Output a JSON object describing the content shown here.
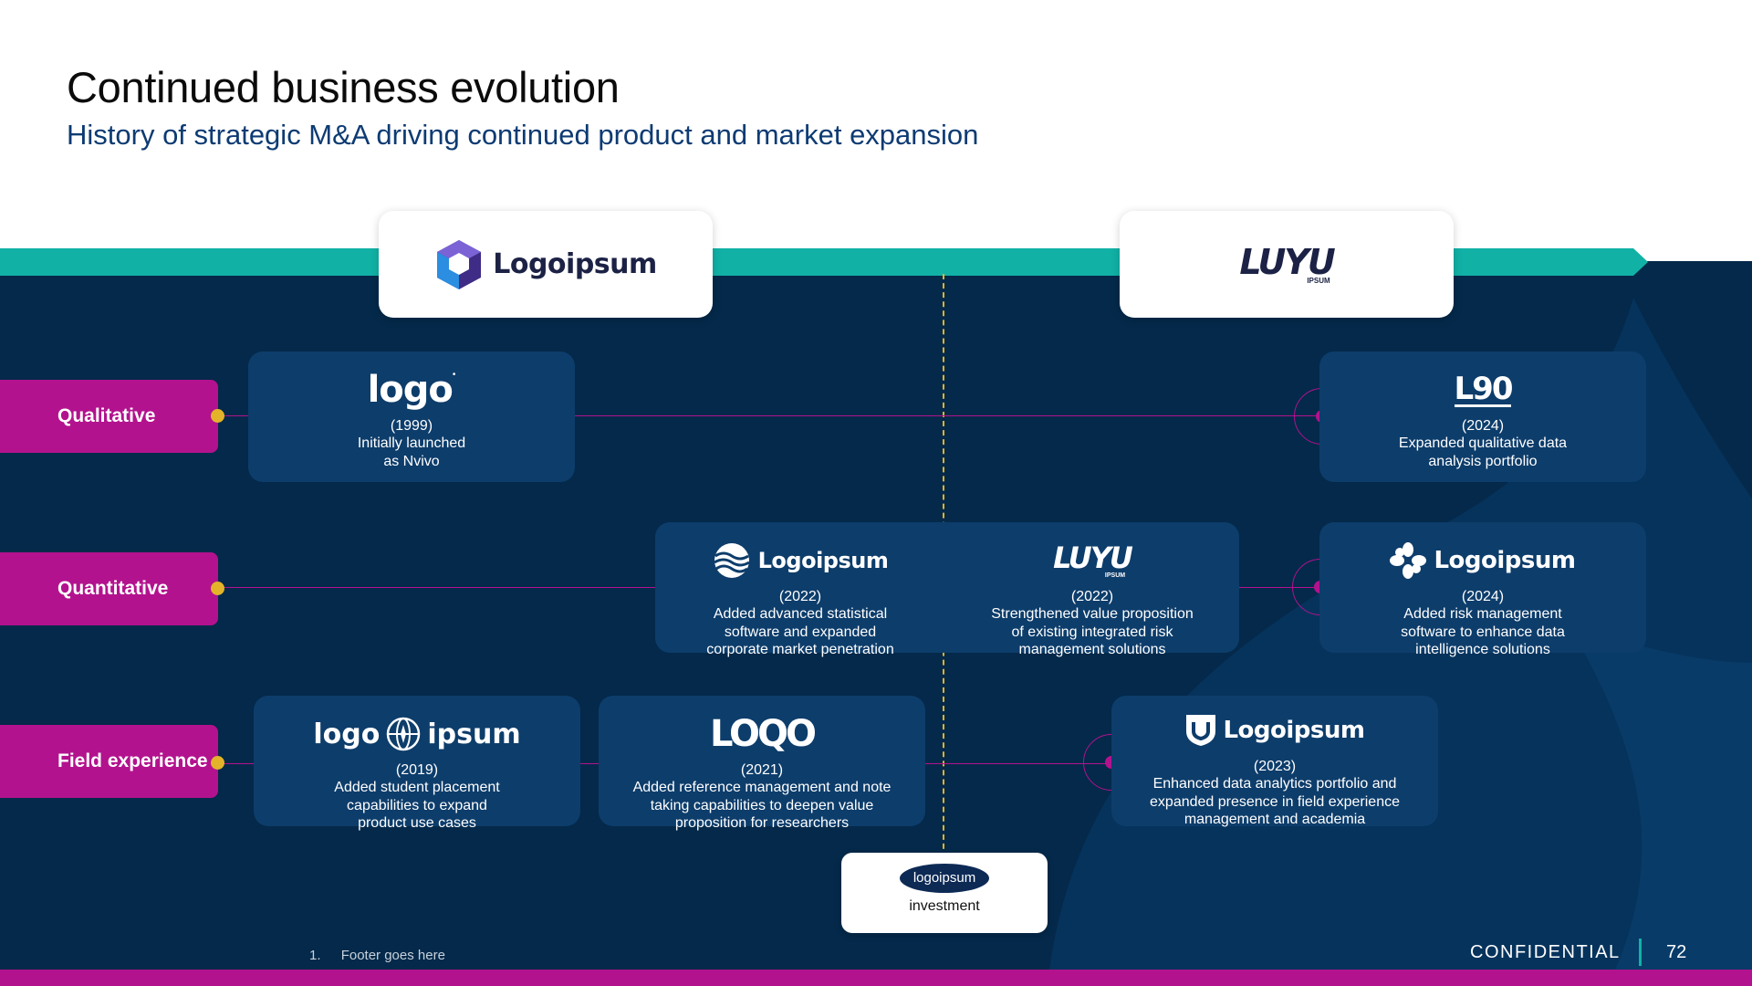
{
  "header": {
    "title": "Continued business evolution",
    "subtitle": "History of strategic M&A driving continued product and market expansion"
  },
  "colors": {
    "navy_panel": "#04294a",
    "card": "#0d3d6b",
    "magenta": "#b3128e",
    "teal": "#11b1a6",
    "gold": "#e3b32a",
    "title_blue": "#0d3b73"
  },
  "top_logos": [
    {
      "text": "Logoipsum",
      "icon": "hexagon-cube-icon"
    },
    {
      "text": "LUYU",
      "sub": "IPSUM",
      "icon": "italic-wordmark-logo"
    }
  ],
  "rows": [
    {
      "label": "Qualitative"
    },
    {
      "label": "Quantitative"
    },
    {
      "label": "Field experience"
    }
  ],
  "cards": {
    "nvivo": {
      "logo_text": "logo",
      "year": "(1999)",
      "desc_1": "Initially launched",
      "desc_2": "as Nvivo"
    },
    "qual_2024": {
      "logo_text": "L90",
      "year": "(2024)",
      "desc_1": "Expanded qualitative data",
      "desc_2": "analysis portfolio"
    },
    "quant_2022a": {
      "logo_text": "Logoipsum",
      "year": "(2022)",
      "desc_1": "Added advanced statistical",
      "desc_2": "software and expanded",
      "desc_3": "corporate market penetration"
    },
    "quant_2022b": {
      "logo_text": "LUYU",
      "logo_sub": "IPSUM",
      "year": "(2022)",
      "desc_1": "Strengthened value proposition",
      "desc_2": "of existing integrated risk",
      "desc_3": "management solutions"
    },
    "quant_2024": {
      "logo_text": "Logoipsum",
      "year": "(2024)",
      "desc_1": "Added risk management",
      "desc_2": "software to enhance data",
      "desc_3": "intelligence solutions"
    },
    "field_2019": {
      "logo_left": "logo",
      "logo_right": "ipsum",
      "year": "(2019)",
      "desc_1": "Added student placement",
      "desc_2": "capabilities to expand",
      "desc_3": "product use cases"
    },
    "field_2021": {
      "logo_text": "LOQO",
      "year": "(2021)",
      "desc_1": "Added reference management and note",
      "desc_2": "taking capabilities to deepen value",
      "desc_3": "proposition for researchers"
    },
    "field_2023": {
      "logo_text": "Logoipsum",
      "year": "(2023)",
      "desc_1": "Enhanced data analytics portfolio and",
      "desc_2": "expanded presence in field experience",
      "desc_3": "management and academia"
    }
  },
  "investment": {
    "pill_text": "logoipsum",
    "label": "investment"
  },
  "footer": {
    "footnote_number": "1.",
    "footnote_text": "Footer goes here",
    "confidential": "CONFIDENTIAL",
    "page_number": "72"
  }
}
